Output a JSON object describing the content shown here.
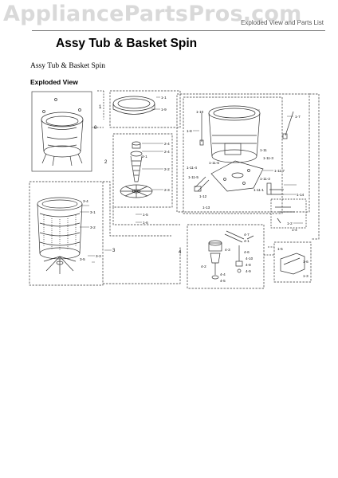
{
  "watermark": "AppliancePartsPros.com",
  "header_label": "Exploded View and Parts List",
  "page_title": "Assy Tub & Basket Spin",
  "subtitle": "Assy Tub & Basket Spin",
  "section_label": "Exploded View",
  "callouts": {
    "c0": "0",
    "c1": "1",
    "c1_1": "1-1",
    "c1_9": "1-9",
    "c2": "2",
    "c2_1": "2-1",
    "c2_2": "2-2",
    "c2_3": "2-3",
    "c2_4": "2-4",
    "c2_4b": "2-4",
    "c1_5": "1-5",
    "c1_6": "1-6",
    "c3": "3",
    "c3_1": "3-1",
    "c3_2": "3-2",
    "c3_3": "3-3",
    "c3_4": "3-4",
    "c3_5": "3-5",
    "c1_10": "1-10",
    "c1_7": "1-7",
    "c1_8": "1-8",
    "c1_11": "1-11",
    "c1_11_3": "1-11-3",
    "c1_11_4": "1-11-4",
    "c1_11_5": "1-11-5",
    "c1_11_6": "1-11-6",
    "c1_11_7": "1-11-7",
    "c1_11_2": "1-11-2",
    "c1_11_1": "1-11-1",
    "c1_12": "1-12",
    "c1_13": "1-13",
    "c1_14": "1-14",
    "c4": "4",
    "c4_1": "4-1",
    "c4_2": "4-2",
    "c4_3": "4-3",
    "c4_4": "4-4",
    "c4_5": "4-5",
    "c4_6": "4-6",
    "c4_7": "4-7",
    "c4_8": "4-8",
    "c4_9": "4-9",
    "c4_10": "4-10",
    "c1_2": "1-2",
    "c1_3": "1-3",
    "c1_4": "1-4",
    "c1_5b": "1-5",
    "c1_6b": "1-6"
  }
}
